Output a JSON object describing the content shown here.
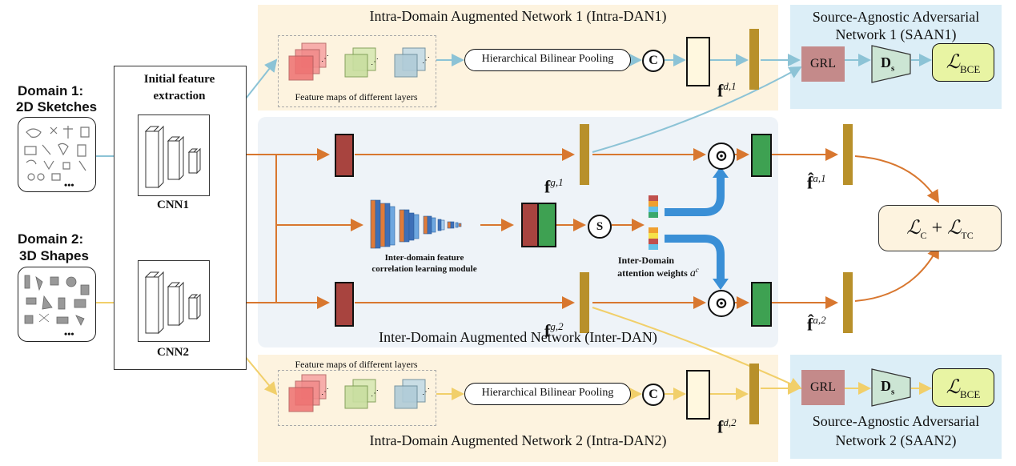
{
  "domains": {
    "d1_title": "Domain 1:",
    "d1_sub": "2D Sketches",
    "d2_title": "Domain 2:",
    "d2_sub": "3D Shapes",
    "ellipsis": "•••"
  },
  "extraction": {
    "title_l1": "Initial feature",
    "title_l2": "extraction",
    "cnn1": "CNN1",
    "cnn2": "CNN2"
  },
  "intra1": {
    "title": "Intra-Domain Augmented Network 1 (Intra-DAN1)",
    "maps_label": "Feature maps of different layers",
    "pooling": "Hierarchical Bilinear Pooling",
    "concat": "C",
    "feat_label": "f",
    "feat_sup": "d,1"
  },
  "intra2": {
    "title": "Intra-Domain Augmented Network 2 (Intra-DAN2)",
    "maps_label": "Feature maps of different layers",
    "pooling": "Hierarchical Bilinear Pooling",
    "concat": "C",
    "feat_label": "f",
    "feat_sup": "d,2"
  },
  "saan1": {
    "title_l1": "Source-Agnostic Adversarial",
    "title_l2": "Network 1 (SAAN1)",
    "grl": "GRL",
    "ds": "D",
    "ds_sub": "s",
    "loss": "ℒ",
    "loss_sub": "BCE"
  },
  "saan2": {
    "title_l1": "Source-Agnostic Adversarial",
    "title_l2": "Network 2 (SAAN2)",
    "grl": "GRL",
    "ds": "D",
    "ds_sub": "s",
    "loss": "ℒ",
    "loss_sub": "BCE"
  },
  "inter": {
    "title": "Inter-Domain Augmented Network (Inter-DAN)",
    "module_l1": "Inter-domain feature",
    "module_l2": "correlation learning module",
    "softmax": "S",
    "attn_l1": "Inter-Domain",
    "attn_l2": "attention weights",
    "attn_sym": "a",
    "attn_sup": "c",
    "fg1": "f",
    "fg1_sup": "g,1",
    "fg2": "f",
    "fg2_sup": "g,2",
    "fa1": "f̂",
    "fa1_sup": "a,1",
    "fa2": "f̂",
    "fa2_sup": "a,2",
    "mult": "⊙"
  },
  "loss": {
    "c": "ℒ",
    "c_sub": "C",
    "plus": "+",
    "tc": "ℒ",
    "tc_sub": "TC"
  },
  "colors": {
    "blue_arrow": "#8cc3d6",
    "orange_arrow": "#d8772f",
    "yellow_arrow": "#f1cf6a",
    "gold_feature": "#b8902a",
    "red_feature": "#a8443f",
    "green_feature": "#3ea152",
    "attention_blue": "#3a8fd6"
  }
}
